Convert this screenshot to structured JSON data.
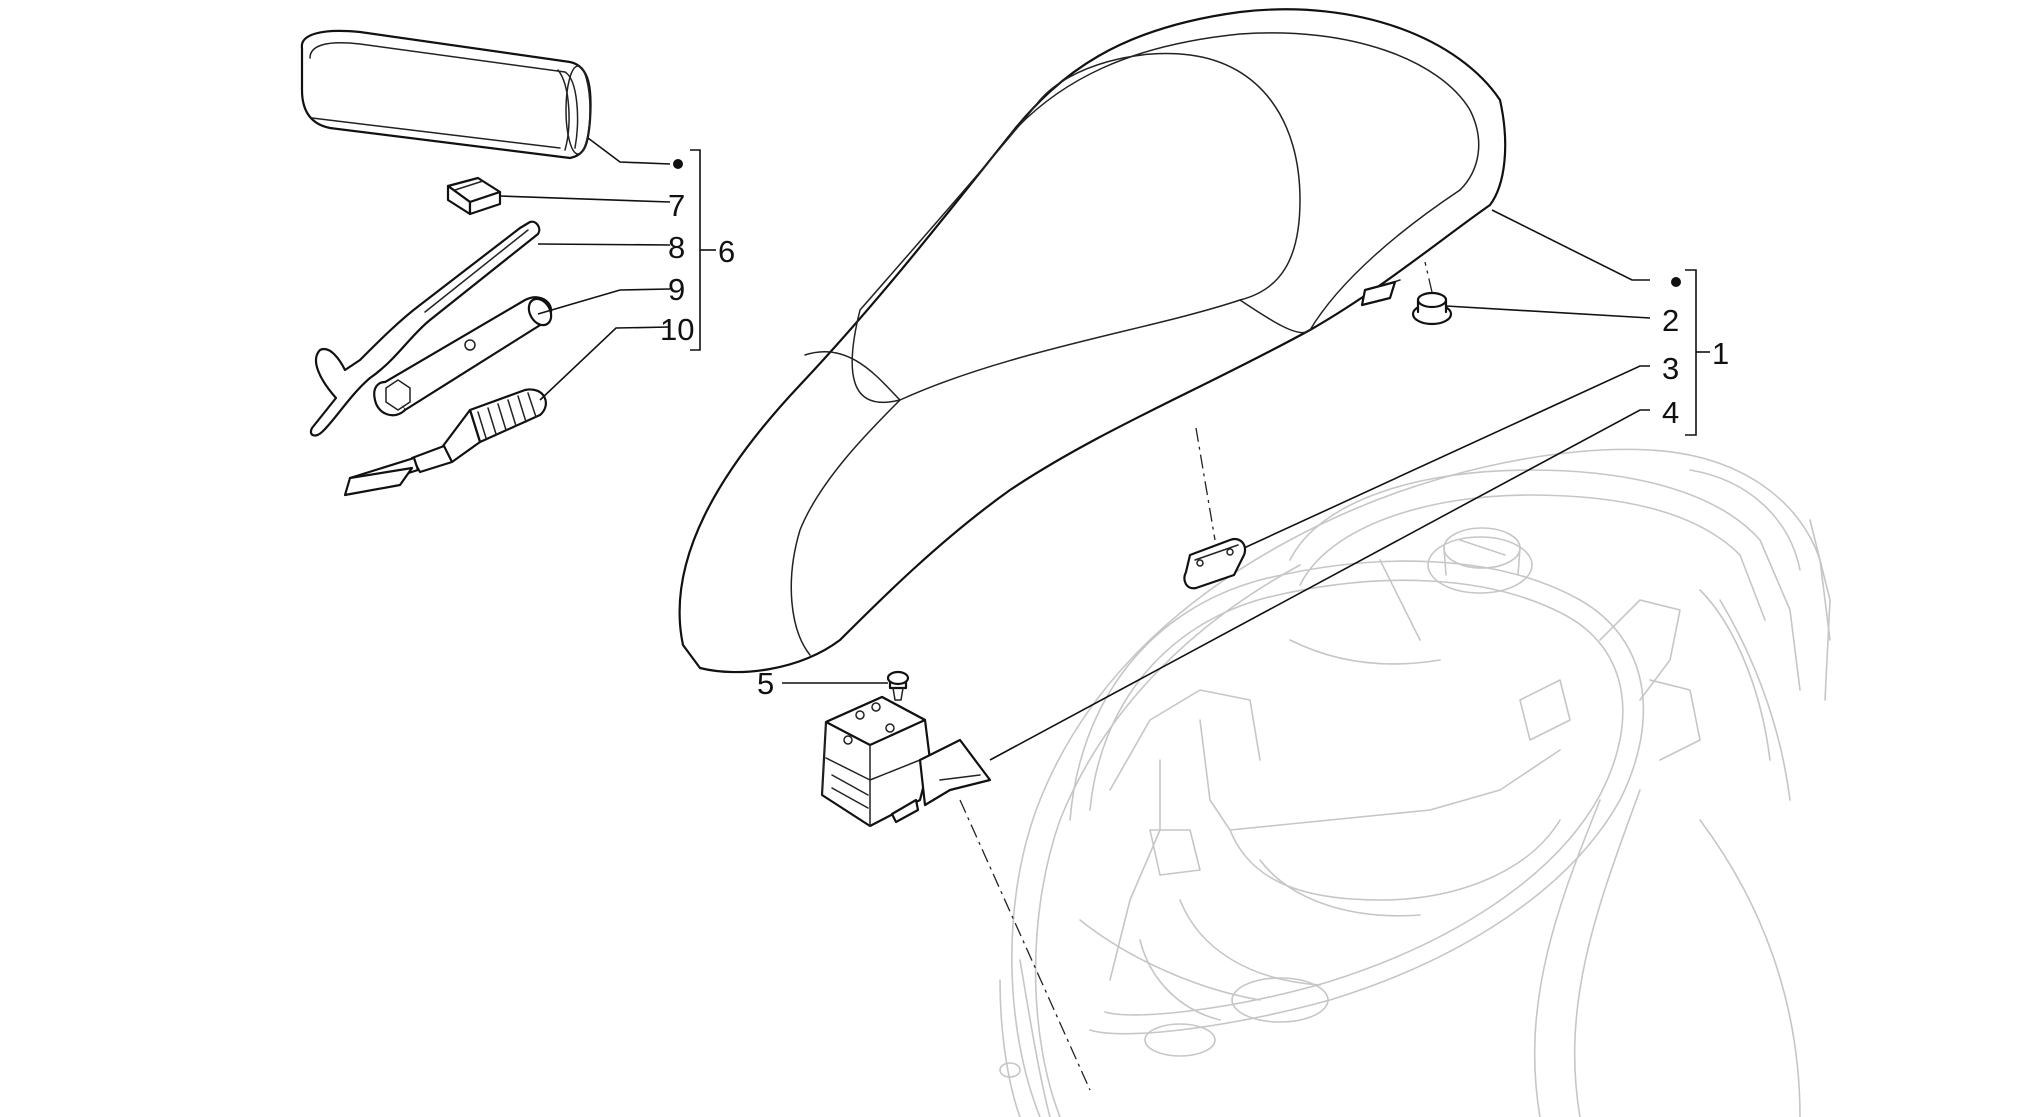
{
  "callouts": {
    "c1": "1",
    "c2": "2",
    "c3": "3",
    "c4": "4",
    "c5": "5",
    "c6": "6",
    "c7": "7",
    "c8": "8",
    "c9": "9",
    "c10": "10"
  },
  "colors": {
    "line": "#111111",
    "ghost": "#c6c6c6",
    "background": "#ffffff"
  }
}
